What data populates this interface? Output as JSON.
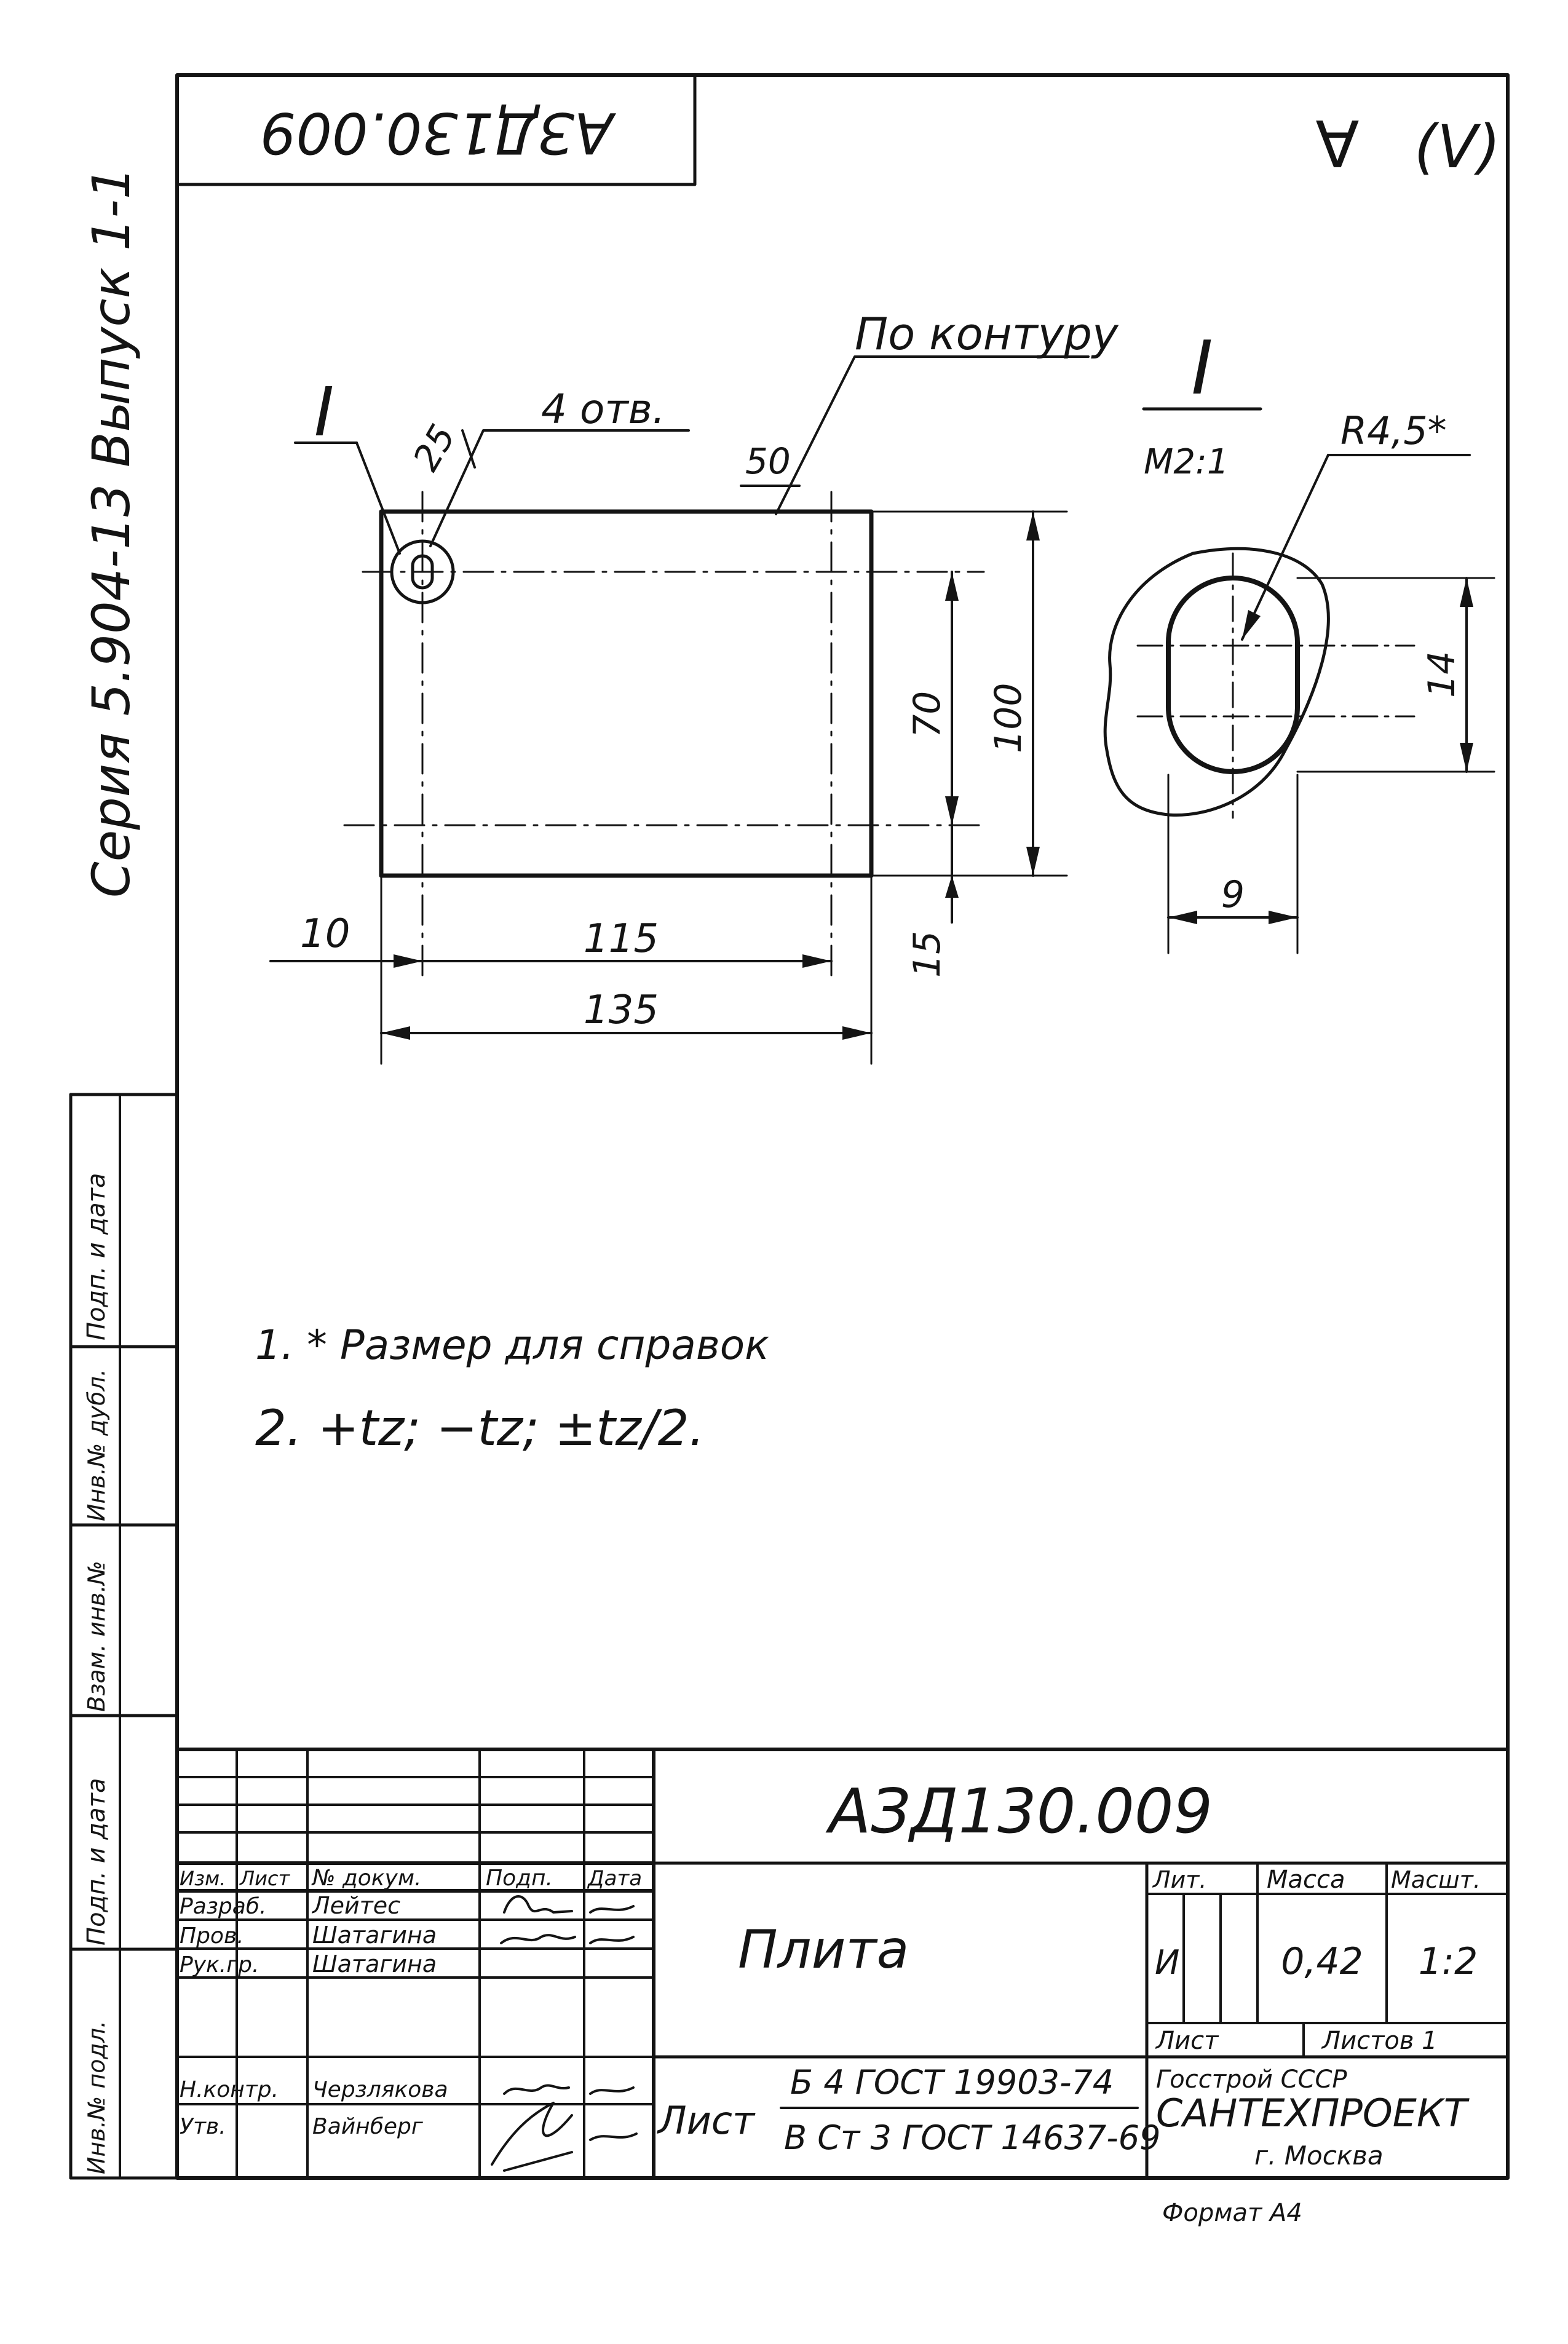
{
  "corner_stamp": "АЗД130.009",
  "roughness": {
    "mark": "∀",
    "bracket": "(V)"
  },
  "series_margin": "Серия 5.904-13   Выпуск 1-1",
  "side_stamps": [
    "Подп. и дата",
    "Инв.№ дубл.",
    "Взам. инв.№",
    "Подп. и дата",
    "Инв.№ подл."
  ],
  "drawing": {
    "detail_mark": "I",
    "holes_note": "4 отв.",
    "hole_size": "25",
    "contour_note": "По контуру",
    "contour_size": "50",
    "dims": {
      "d10": "10",
      "d115": "115",
      "d135": "135",
      "d70": "70",
      "d100": "100",
      "d15": "15"
    },
    "detail": {
      "mark": "I",
      "scale": "М2:1",
      "radius": "R4,5*",
      "d14": "14",
      "d9": "9"
    }
  },
  "notes": [
    "1. * Размер для справок",
    "2. +tz;  −tz;  ±tz/2."
  ],
  "title_block": {
    "designation": "АЗД130.009",
    "name": "Плита",
    "material_prefix": "Лист",
    "material_top": "Б 4 ГОСТ 19903-74",
    "material_bottom": "В Ст 3 ГОСТ 14637-69",
    "lit_label": "Лит.",
    "mass_label": "Масса",
    "scale_label": "Масшт.",
    "lit_value": "И",
    "mass_value": "0,42",
    "scale_value": "1:2",
    "sheet_label": "Лист",
    "sheets_label": "Листов 1",
    "org_line1": "Госстрой   СССР",
    "org_line2": "САНТЕХПРОЕКТ",
    "org_line3": "г. Москва",
    "format": "Формат А4",
    "header_cols": [
      "Изм.",
      "Лист",
      "№ докум.",
      "Подп.",
      "Дата"
    ],
    "rows": [
      {
        "role": "Разраб.",
        "name": "Лейтес"
      },
      {
        "role": "Пров.",
        "name": "Шатагина"
      },
      {
        "role": "Рук.гр.",
        "name": "Шатагина"
      },
      {
        "role": "",
        "name": ""
      },
      {
        "role": "Н.контр.",
        "name": "Черзлякова"
      },
      {
        "role": "Утв.",
        "name": "Вайнберг"
      }
    ]
  }
}
